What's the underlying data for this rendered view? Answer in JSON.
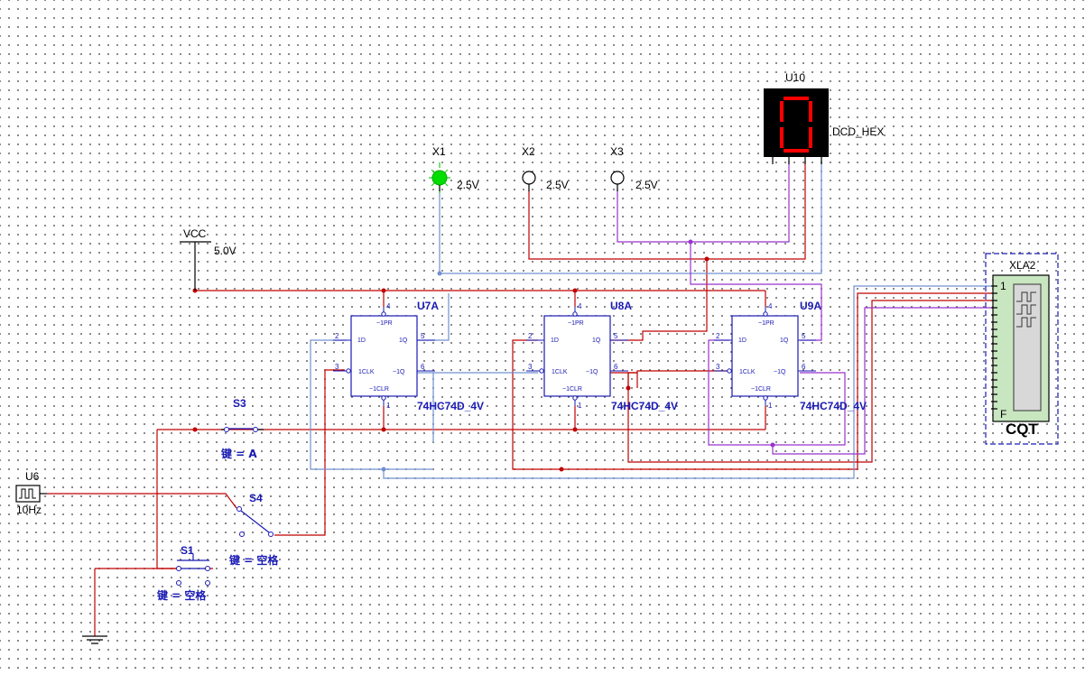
{
  "components": {
    "u10": {
      "ref": "U10",
      "label": "DCD_HEX",
      "digit_color": "#ff0000"
    },
    "probes": [
      {
        "ref": "X1",
        "voltage": "2.5V",
        "state": "on",
        "color": "#00dd00"
      },
      {
        "ref": "X2",
        "voltage": "2.5V",
        "state": "off"
      },
      {
        "ref": "X3",
        "voltage": "2.5V",
        "state": "off"
      }
    ],
    "vcc": {
      "ref": "VCC",
      "voltage": "5.0V"
    },
    "flipflops": [
      {
        "ref": "U7A",
        "model": "74HC74D_4V"
      },
      {
        "ref": "U8A",
        "model": "74HC74D_4V"
      },
      {
        "ref": "U9A",
        "model": "74HC74D_4V"
      }
    ],
    "ff_pins": {
      "pr": "~1PR",
      "d": "1D",
      "q": "1Q",
      "clk": "1CLK",
      "qn": "~1Q",
      "clr": "~1CLR",
      "n4": "4",
      "n2": "2",
      "n5": "5",
      "n3": "3",
      "n6": "6",
      "n1": "1"
    },
    "s3": {
      "ref": "S3",
      "key": "键 = A"
    },
    "s4": {
      "ref": "S4",
      "key": "键 = 空格"
    },
    "s1": {
      "ref": "S1",
      "key": "键 = 空格"
    },
    "u6": {
      "ref": "U6",
      "freq": "10Hz"
    },
    "xla2": {
      "ref": "XLA2",
      "pin_top": "1",
      "pin_bottom": "F",
      "logo": "CQT",
      "accent": "#c8e6c0"
    }
  },
  "colors": {
    "wire_red": "#c00000",
    "wire_blue": "#7090d0",
    "wire_purple": "#9933cc",
    "label_blue": "#1a1ab4"
  }
}
